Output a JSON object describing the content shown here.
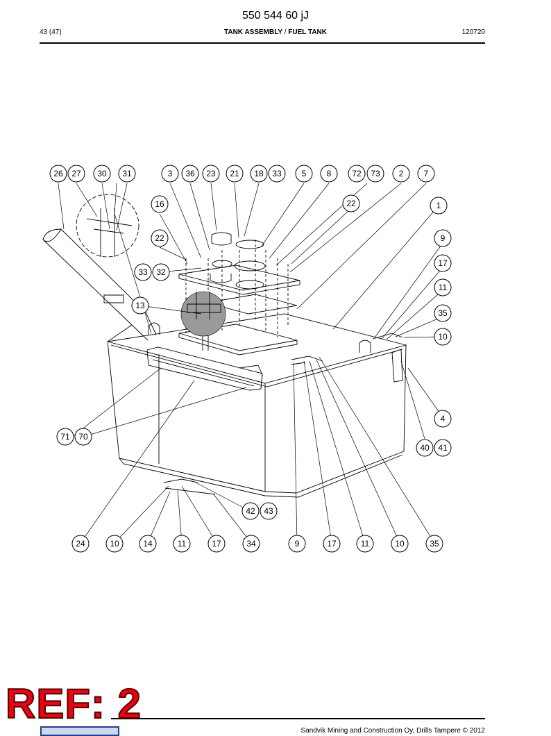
{
  "document": {
    "number": "550 544 60 jJ",
    "page": "43 (47)",
    "section": "TANK ASSEMBLY",
    "separator": "/",
    "subsection": "FUEL TANK",
    "date_code": "120720"
  },
  "footer": {
    "copyright": "Sandvik Mining and Construction Oy, Drills Tampere © 2012"
  },
  "stamp": {
    "text": "REF: 2",
    "color": "#e30613"
  },
  "callouts": {
    "top_row": [
      "26",
      "27",
      "30",
      "31",
      "3",
      "36",
      "23",
      "21",
      "18",
      "33",
      "5",
      "8",
      "72",
      "73",
      "2",
      "7"
    ],
    "upper_left": [
      "16",
      "22",
      "33",
      "32",
      "13",
      "22"
    ],
    "right_column": [
      "1",
      "9",
      "17",
      "11",
      "35",
      "10",
      "4",
      "40",
      "41"
    ],
    "left_middle": [
      "71",
      "70"
    ],
    "lower_middle": [
      "42",
      "43"
    ],
    "bottom_row": [
      "24",
      "10",
      "14",
      "11",
      "17",
      "34",
      "9",
      "17",
      "11",
      "10",
      "35"
    ]
  }
}
